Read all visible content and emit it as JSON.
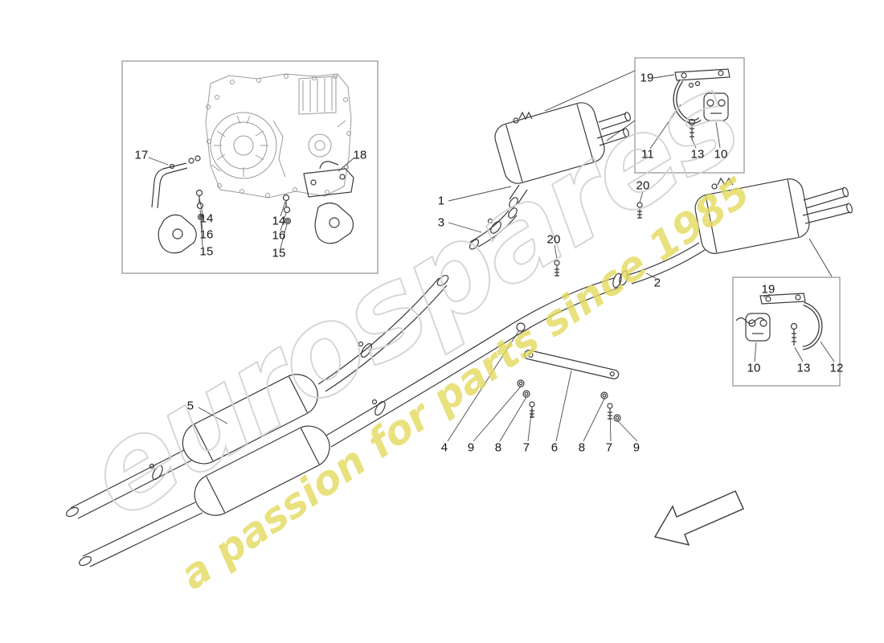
{
  "watermark": {
    "brand": "eurospares",
    "tagline": "a passion for parts since 1985",
    "brand_color": "#d2d2d2",
    "tagline_color": "#e3da5f"
  },
  "diagram": {
    "line_color": "#3a3a3a",
    "gearbox_color": "#9b9b9b",
    "inset_border_color": "#8f8f8f",
    "background": "#ffffff"
  },
  "callouts": {
    "left_inset": [
      "17",
      "14",
      "16",
      "15",
      "18",
      "14",
      "16",
      "15"
    ],
    "top_right_inset": [
      "19",
      "11",
      "13",
      "10"
    ],
    "right_inset": [
      "19",
      "10",
      "13",
      "12"
    ],
    "main": [
      "1",
      "3",
      "20",
      "20",
      "2",
      "5"
    ],
    "bottom_row": [
      "4",
      "9",
      "8",
      "7",
      "6",
      "8",
      "7",
      "9"
    ]
  }
}
